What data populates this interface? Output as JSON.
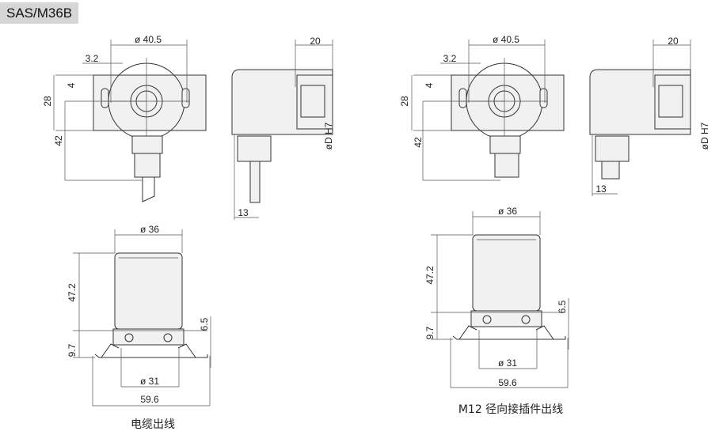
{
  "title": "SAS/M36B",
  "views": {
    "cable": {
      "front": {
        "diameter": "ø 40.5",
        "slot": "3.2",
        "offset": "4",
        "height": "28",
        "center_to_cable": "42"
      },
      "side": {
        "depth": "20",
        "bore": "øD H7",
        "nut": "13"
      },
      "bottom": {
        "diameter": "ø 36",
        "height": "47.2",
        "flange": "6.5",
        "base": "9.7",
        "spigot": "ø 31",
        "width": "59.6"
      },
      "caption": "电缆出线"
    },
    "m12": {
      "front": {
        "diameter": "ø 40.5",
        "slot": "3.2",
        "offset": "4",
        "height": "28",
        "center_to_cable": "42"
      },
      "side": {
        "depth": "20",
        "bore": "øD H7",
        "nut": "13"
      },
      "bottom": {
        "diameter": "ø 36",
        "height": "47.2",
        "flange": "6.5",
        "base": "9.7",
        "spigot": "ø 31",
        "width": "59.6"
      },
      "caption": "M12 径向接插件出线"
    }
  },
  "colors": {
    "line": "#333333",
    "title_bg": "#d6d6d6"
  }
}
